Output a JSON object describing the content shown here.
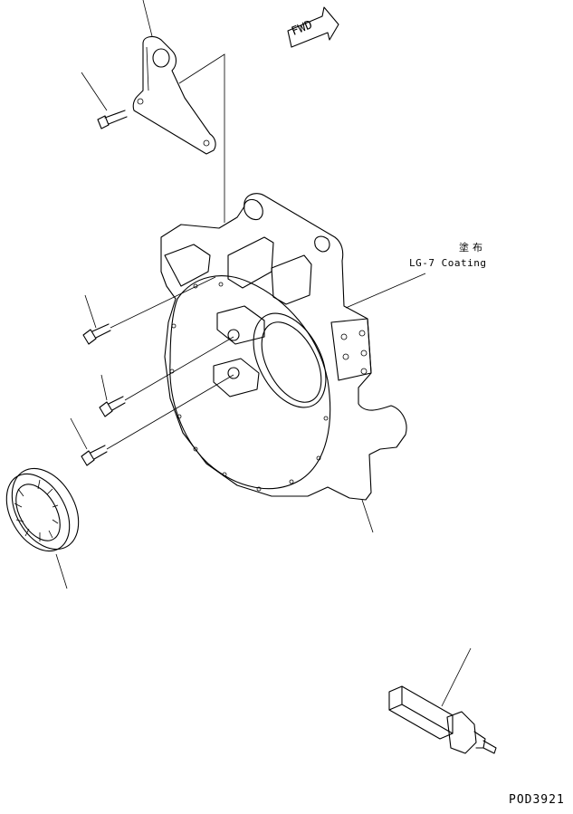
{
  "diagram": {
    "fwd_label": "FWD",
    "note_jp": "塗布",
    "note_coating": "LG-7 Coating",
    "drawing_code": "POD3921"
  }
}
